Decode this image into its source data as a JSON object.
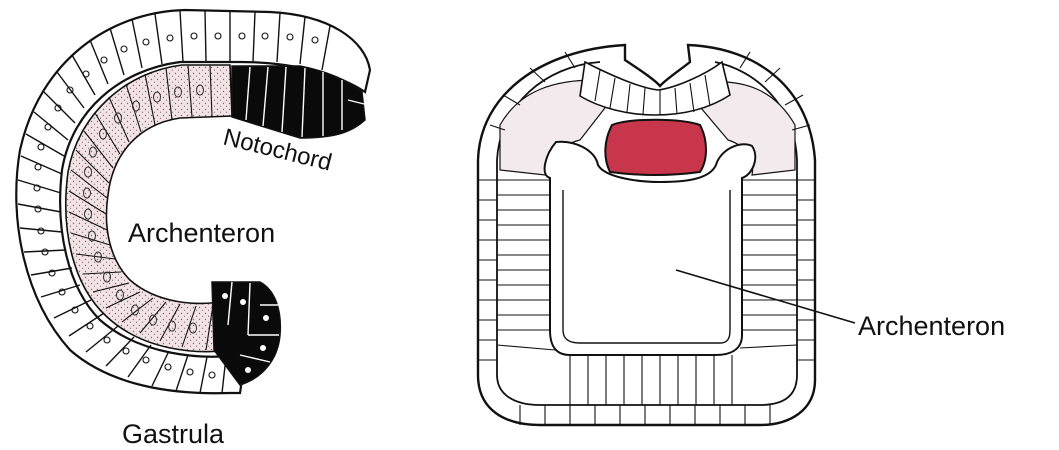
{
  "labels": {
    "notochord": "Notochord",
    "archenteron_left": "Archenteron",
    "gastrula": "Gastrula",
    "archenteron_right": "Archenteron"
  },
  "colors": {
    "ink": "#111111",
    "endoderm_pink": "#f3e3e6",
    "mesoderm_pink": "#f3eaee",
    "notochord_red": "#c8364c",
    "notochord_black": "#0a0a0a",
    "background": "#ffffff"
  }
}
